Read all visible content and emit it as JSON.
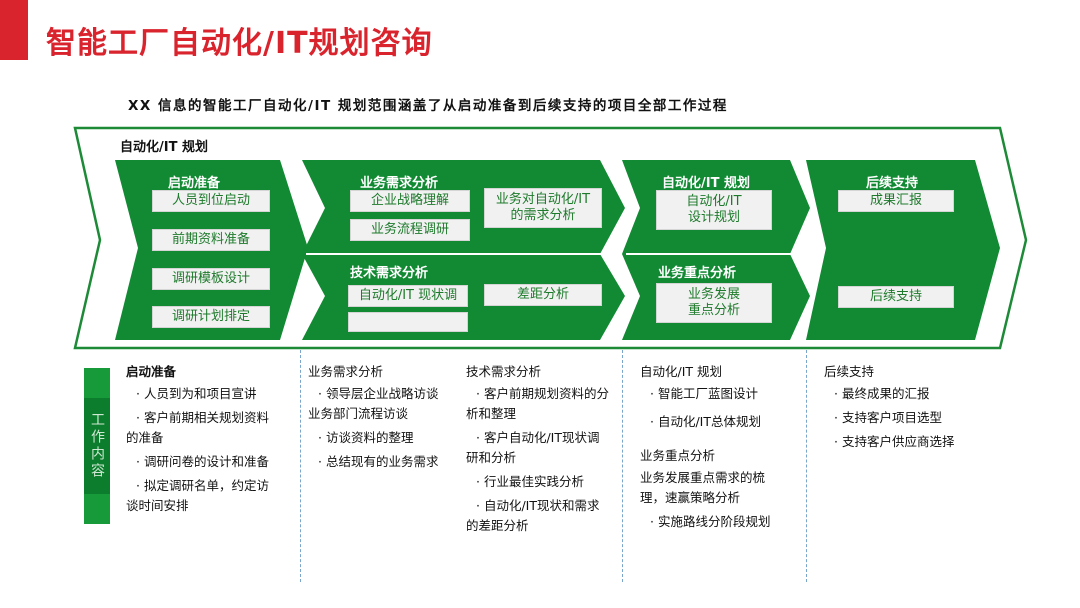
{
  "header": {
    "title": "智能工厂自动化/IT规划咨询",
    "subtitle": "XX 信息的智能工厂自动化/IT 规划范围涵盖了从启动准备到后续支持的项目全部工作过程"
  },
  "outer_label": "自动化/IT 规划",
  "stages": {
    "kickoff": {
      "title": "启动准备",
      "items": [
        "人员到位启动",
        "前期资料准备",
        "调研模板设计",
        "调研计划排定"
      ]
    },
    "business_req": {
      "title": "业务需求分析",
      "items": [
        "企业战略理解",
        "业务流程调研"
      ],
      "side": [
        "业务对自动化/IT",
        "的需求分析"
      ]
    },
    "tech_req": {
      "title": "技术需求分析",
      "items": [
        "自动化/IT 现状调"
      ],
      "side": [
        "差距分析"
      ]
    },
    "auto_plan": {
      "title": "自动化/IT 规划",
      "items": [
        "自动化/IT",
        "设计规划"
      ]
    },
    "biz_focus": {
      "title": "业务重点分析",
      "items": [
        "业务发展",
        "重点分析"
      ]
    },
    "support": {
      "title": "后续支持",
      "items": [
        "成果汇报",
        "后续支持"
      ]
    }
  },
  "tag": "工作内容",
  "details": {
    "col1": {
      "title": "启动准备",
      "items": [
        "· 人员到为和项目宣讲",
        "· 客户前期相关规划资料",
        "的准备",
        "· 调研问卷的设计和准备",
        "· 拟定调研名单，约定访",
        "谈时间安排"
      ]
    },
    "col2": {
      "title": "业务需求分析",
      "items": [
        "· 领导层企业战略访谈",
        "业务部门流程访谈",
        "· 访谈资料的整理",
        "· 总结现有的业务需求"
      ]
    },
    "col3": {
      "title": "技术需求分析",
      "items": [
        "· 客户前期规划资料的分",
        "析和整理",
        "· 客户自动化/IT现状调",
        "研和分析",
        "· 行业最佳实践分析",
        "· 自动化/IT现状和需求",
        "的差距分析"
      ]
    },
    "col4": {
      "title": "自动化/IT 规划",
      "items": [
        "· 智能工厂蓝图设计",
        "· 自动化/IT总体规划"
      ],
      "title2": "业务重点分析",
      "items2": [
        "业务发展重点需求的梳",
        "理，速赢策略分析",
        "· 实施路线分阶段规划"
      ]
    },
    "col5": {
      "title": "后续支持",
      "items": [
        "· 最终成果的汇报",
        "· 支持客户项目选型",
        "· 支持客户供应商选择"
      ]
    }
  }
}
